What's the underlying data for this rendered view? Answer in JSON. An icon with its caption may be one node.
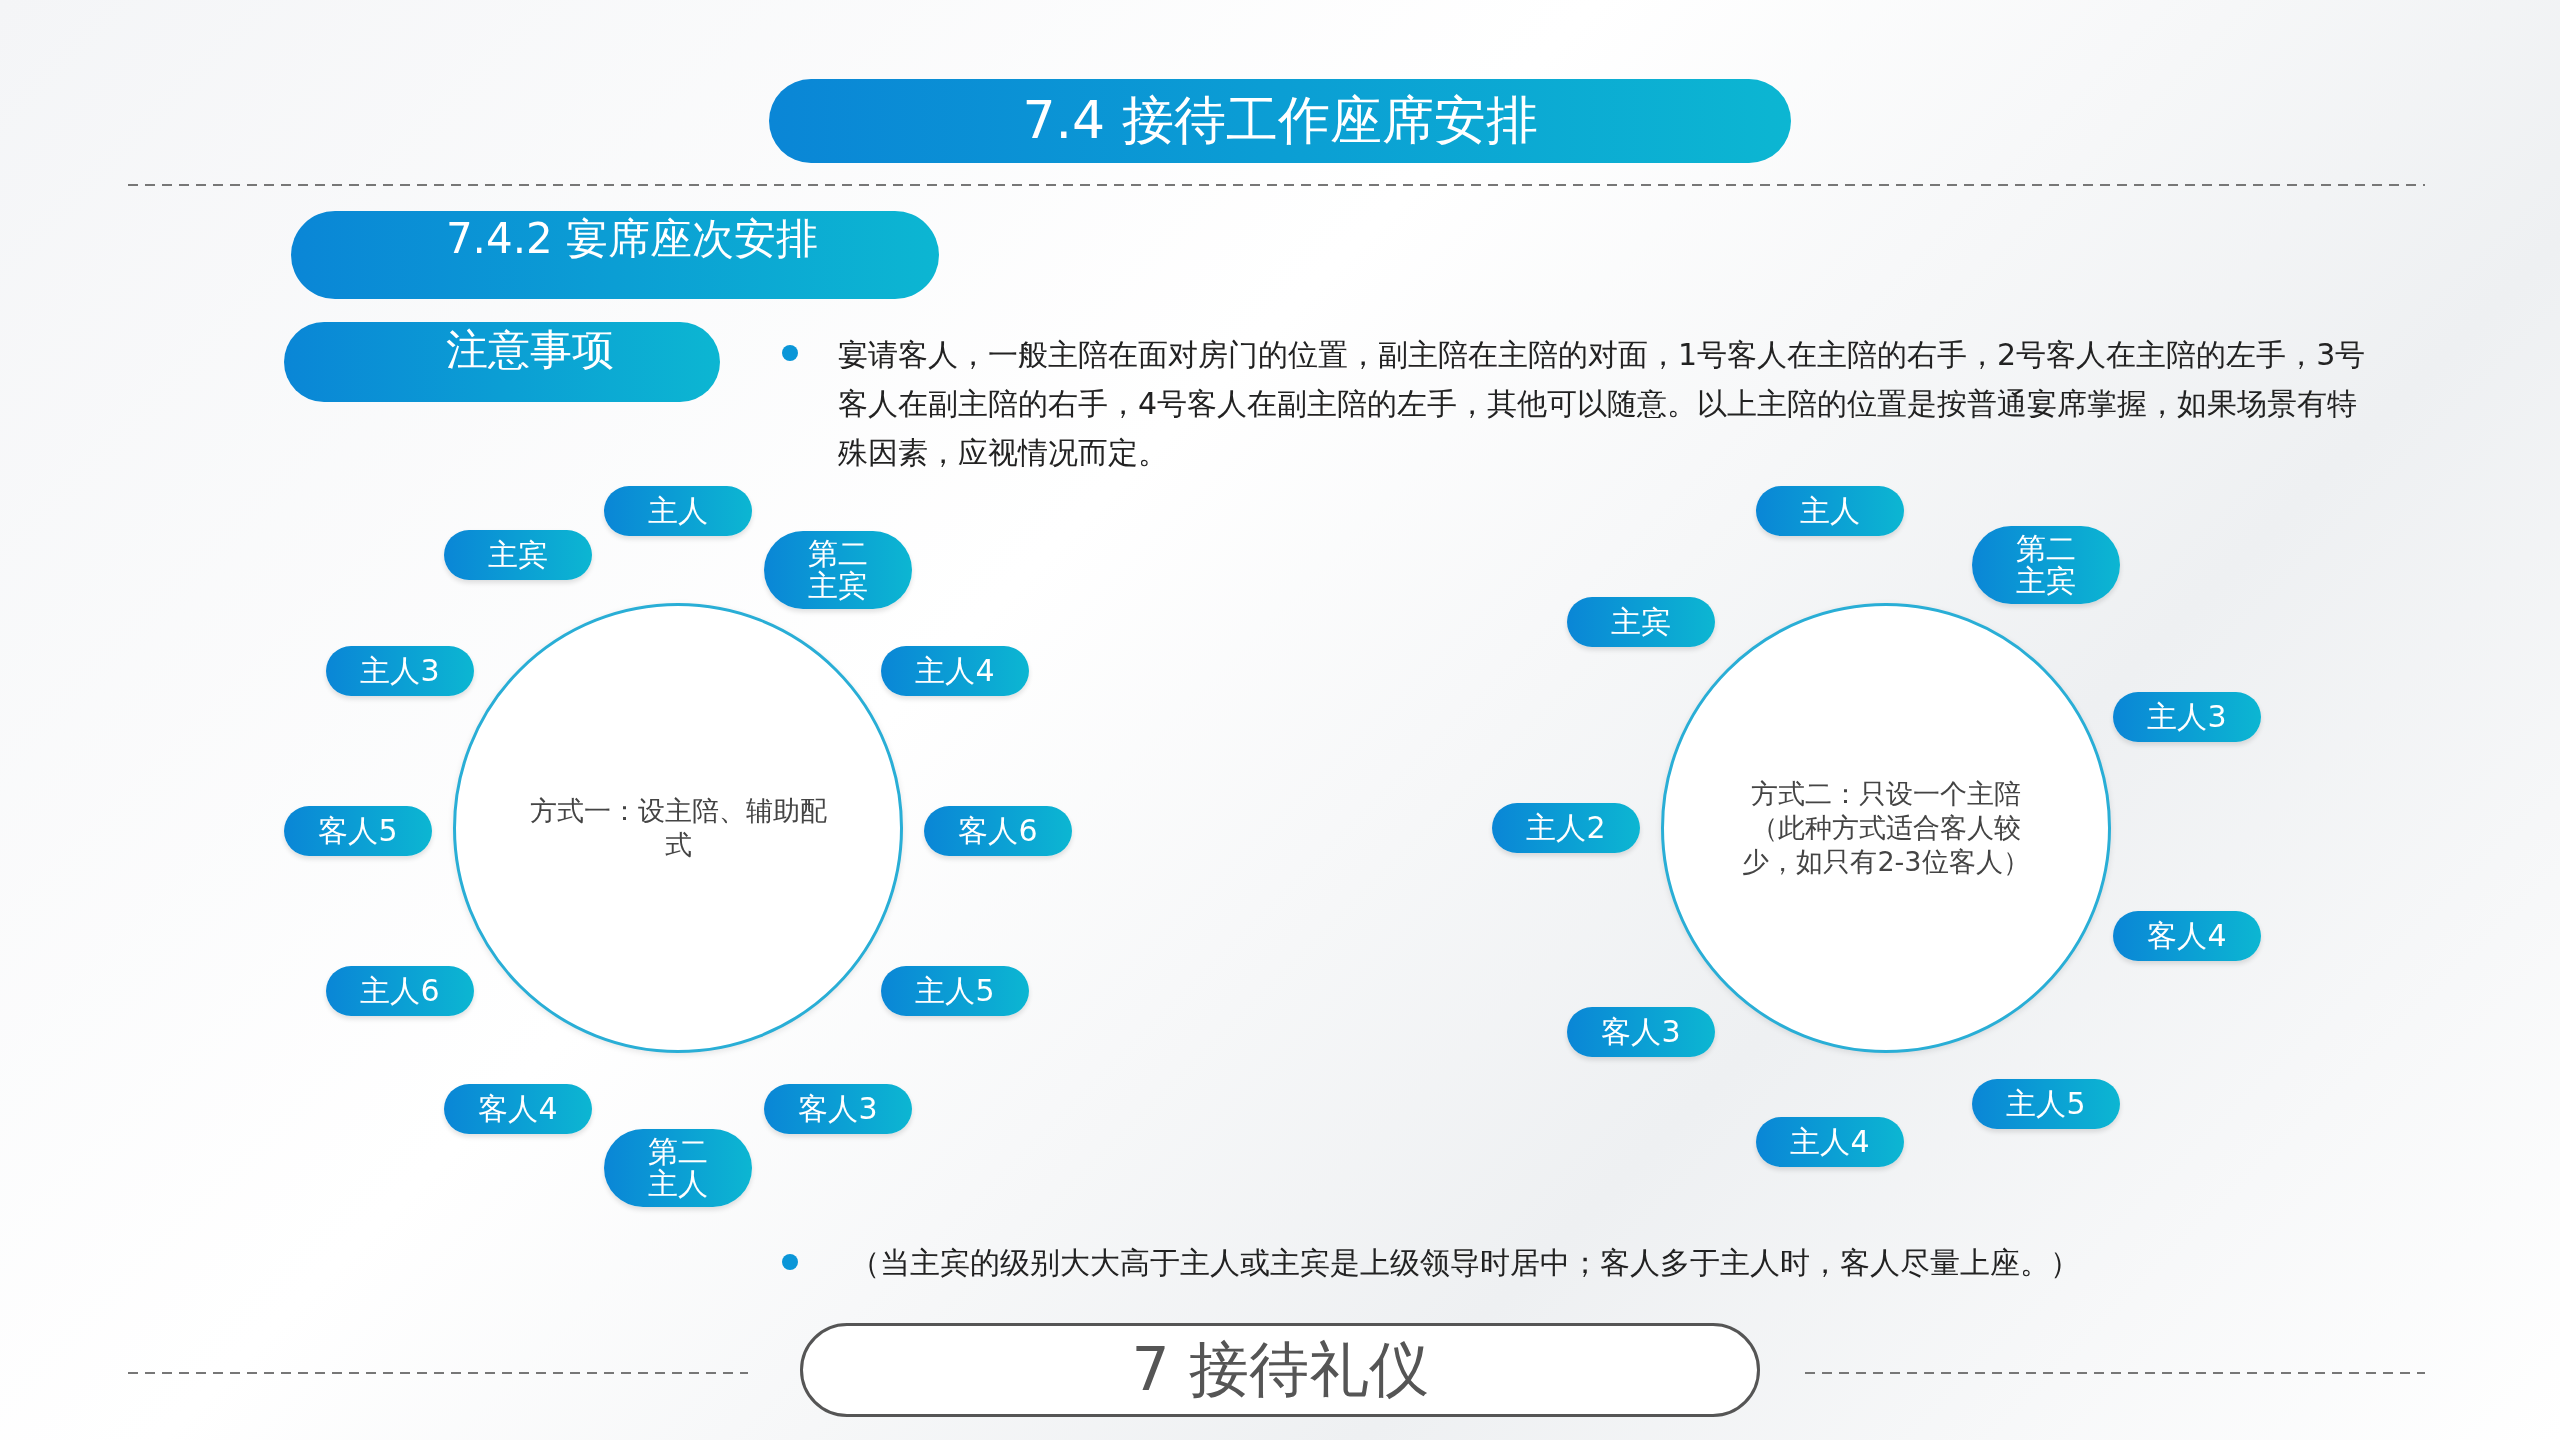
{
  "diagram": {
    "nodes": [
      {
        "text": [
          "7.4  接待工作座席安排"
        ]
      },
      {
        "text": [
          "7.4.2  宴席座次安排"
        ]
      },
      {
        "text": [
          "注意事项"
        ]
      },
      {
        "text": [
          "方式一：设主陪、辅助配式"
        ]
      },
      {
        "text": [
          "主人"
        ]
      },
      {
        "text": [
          "主宾"
        ]
      },
      {
        "text": [
          "第二主宾"
        ]
      },
      {
        "text": [
          "主人3"
        ]
      },
      {
        "text": [
          "主人4"
        ]
      },
      {
        "text": [
          "客人5"
        ]
      },
      {
        "text": [
          "客人6"
        ]
      },
      {
        "text": [
          "主人6"
        ]
      },
      {
        "text": [
          "主人5"
        ]
      },
      {
        "text": [
          "客人4"
        ]
      },
      {
        "text": [
          "客人3"
        ]
      },
      {
        "text": [
          "第二主人"
        ]
      },
      {
        "text": [
          "方式二：只设一个主陪（此种方式适合客人较少，如只有2-3位客人）"
        ]
      },
      {
        "text": [
          "主人"
        ]
      },
      {
        "text": [
          "第二主宾"
        ]
      },
      {
        "text": [
          "主宾"
        ]
      },
      {
        "text": [
          "主人3"
        ]
      },
      {
        "text": [
          "主人2"
        ]
      },
      {
        "text": [
          "客人4"
        ]
      },
      {
        "text": [
          "客人3"
        ]
      },
      {
        "text": [
          "主人5"
        ]
      },
      {
        "text": [
          "主人4"
        ]
      },
      {
        "text": [
          "7  接待礼仪"
        ]
      }
    ],
    "edges": [],
    "labels": [
      "宴请客人，一般主陪在面对房门的位置，副主陪在主陪的对面，1号客人在主陪的右手，2号客人在主陪的左手，3号客人在副主陪的右手，4号客人在副主陪的左手，其他可以随意。以上主陪的位置是按普通宴席掌握，如果场景有特殊因素，应视情况而定。",
      "（当主宾的级别大大高于主人或主宾是上级领导时居中；客人多于主人时，客人尽量上座。）"
    ]
  }
}
